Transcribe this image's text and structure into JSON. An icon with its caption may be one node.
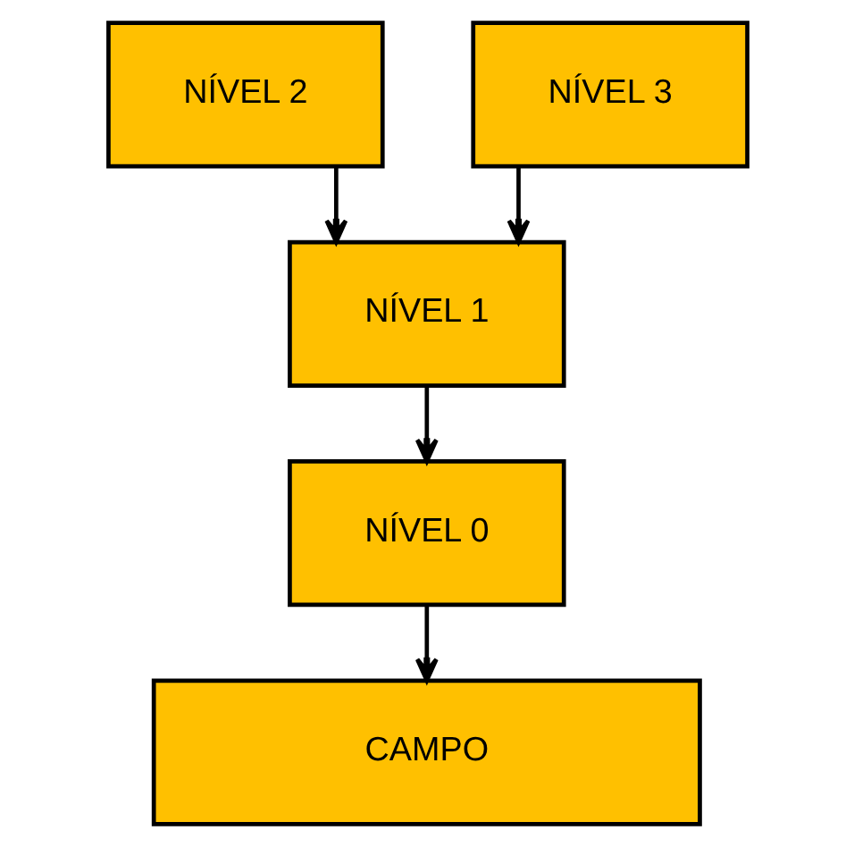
{
  "diagram": {
    "nodes": [
      {
        "text": [
          "NÍVEL 2"
        ]
      },
      {
        "text": [
          "NÍVEL 3"
        ]
      },
      {
        "text": [
          "NÍVEL 1"
        ]
      },
      {
        "text": [
          "NÍVEL 0"
        ]
      },
      {
        "text": [
          "CAMPO"
        ]
      }
    ],
    "edges": [
      {
        "from": 0,
        "to": 2,
        "arrow": "to"
      },
      {
        "from": 1,
        "to": 2,
        "arrow": "to"
      },
      {
        "from": 2,
        "to": 3,
        "arrow": "to"
      },
      {
        "from": 3,
        "to": 4,
        "arrow": "to"
      }
    ]
  }
}
